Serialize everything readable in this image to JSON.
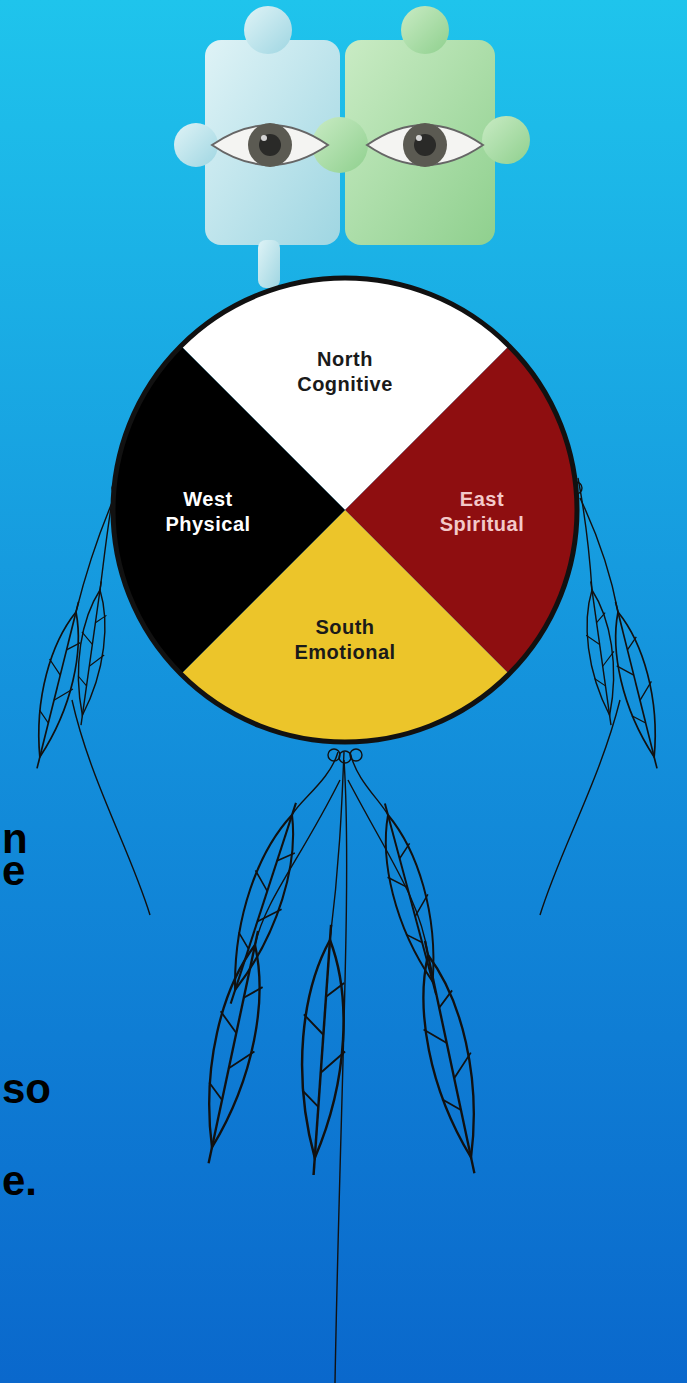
{
  "diagram": {
    "nodes": [
      {
        "text": [
          "North",
          "Cognitive"
        ]
      },
      {
        "text": [
          "West",
          "Physical"
        ]
      },
      {
        "text": [
          "East",
          "Spiritual"
        ]
      },
      {
        "text": [
          "South",
          "Emotional"
        ]
      }
    ],
    "labels": [
      "n",
      "e",
      "so",
      "e."
    ]
  }
}
